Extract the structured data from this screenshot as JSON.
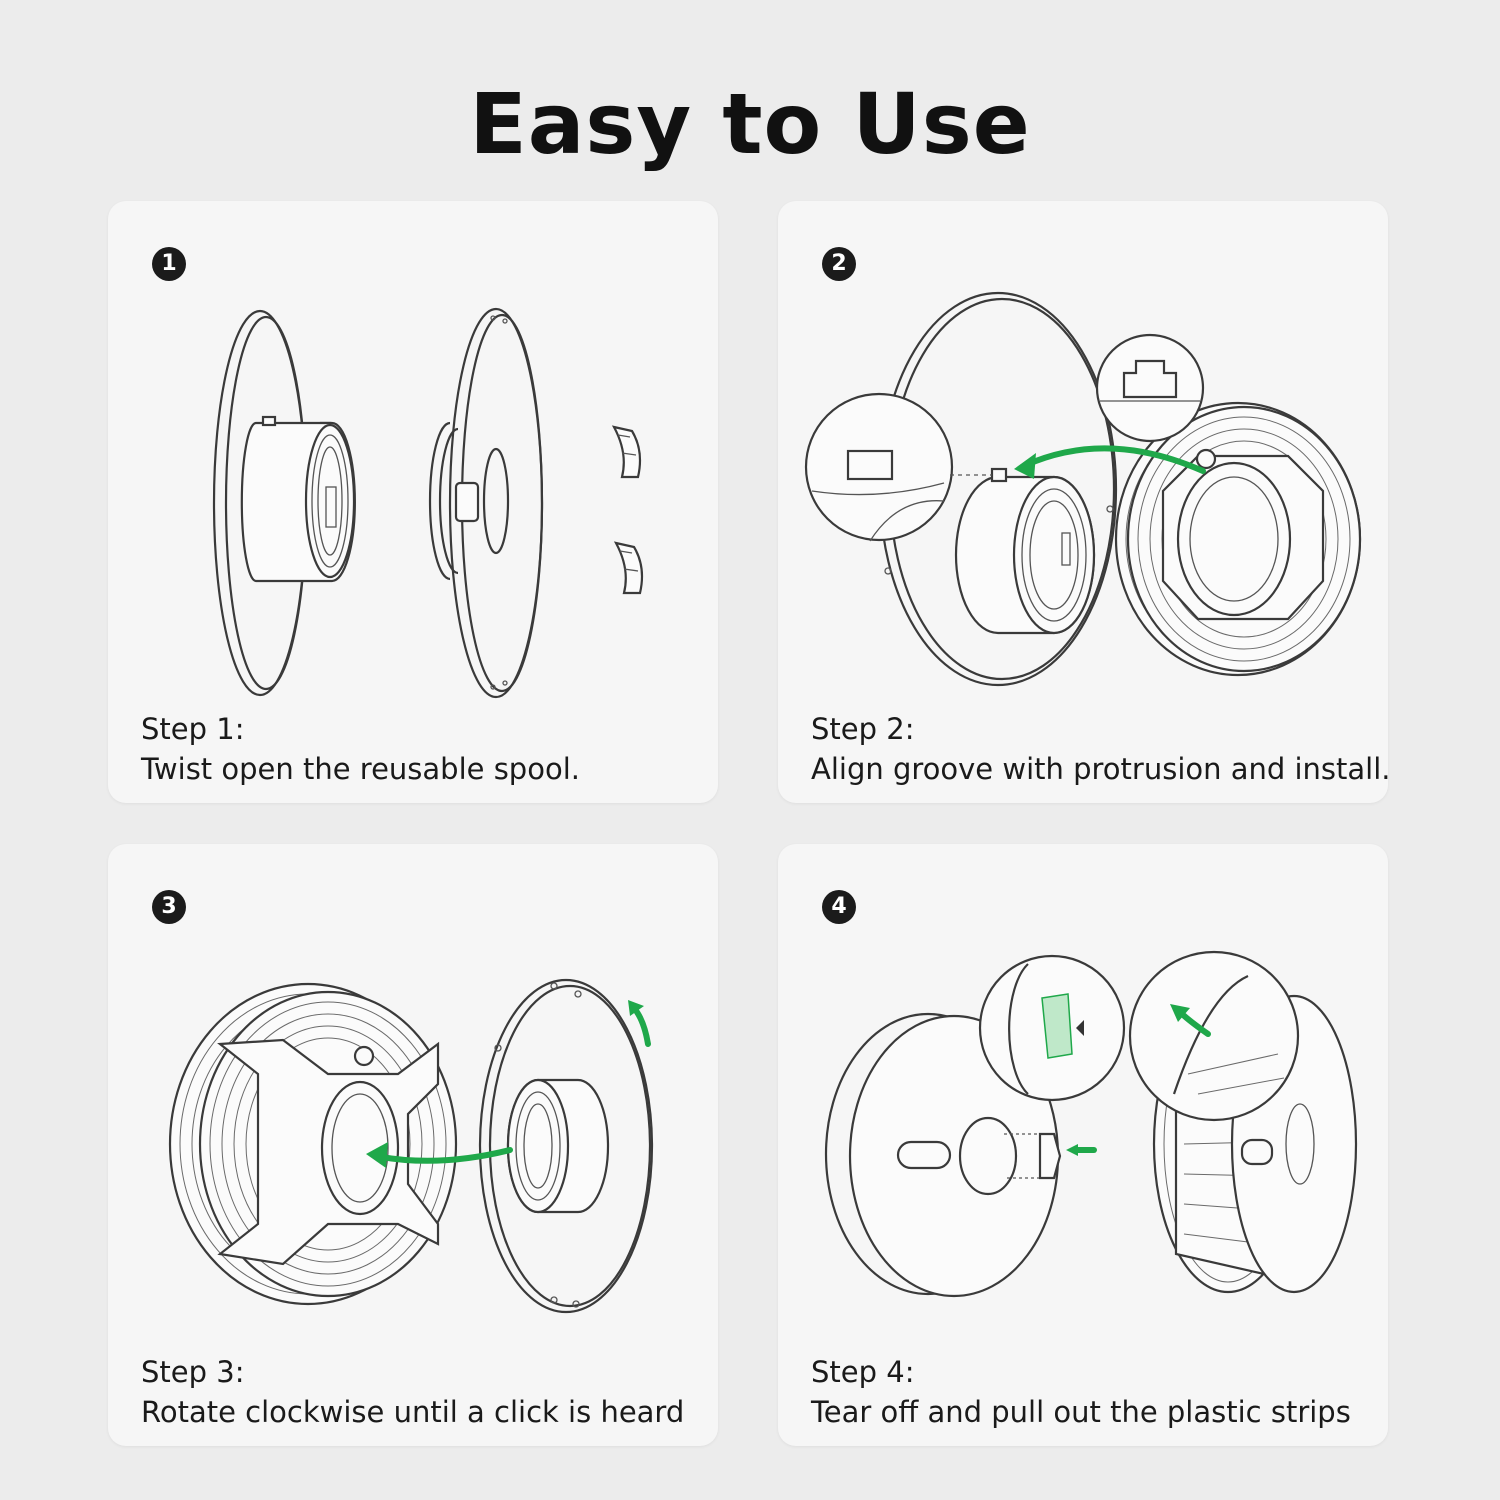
{
  "title": "Easy to Use",
  "steps": [
    {
      "number": "1",
      "heading": "Step 1:",
      "text": "Twist open the reusable spool."
    },
    {
      "number": "2",
      "heading": "Step 2:",
      "text": "Align groove with protrusion and install."
    },
    {
      "number": "3",
      "heading": "Step 3:",
      "text": "Rotate clockwise until a click is heard"
    },
    {
      "number": "4",
      "heading": "Step 4:",
      "text": "Tear off and pull out the plastic strips"
    }
  ],
  "colors": {
    "background": "#ececec",
    "card": "#f6f6f6",
    "arrow": "#1fa84a",
    "badge": "#1b1b1b"
  }
}
